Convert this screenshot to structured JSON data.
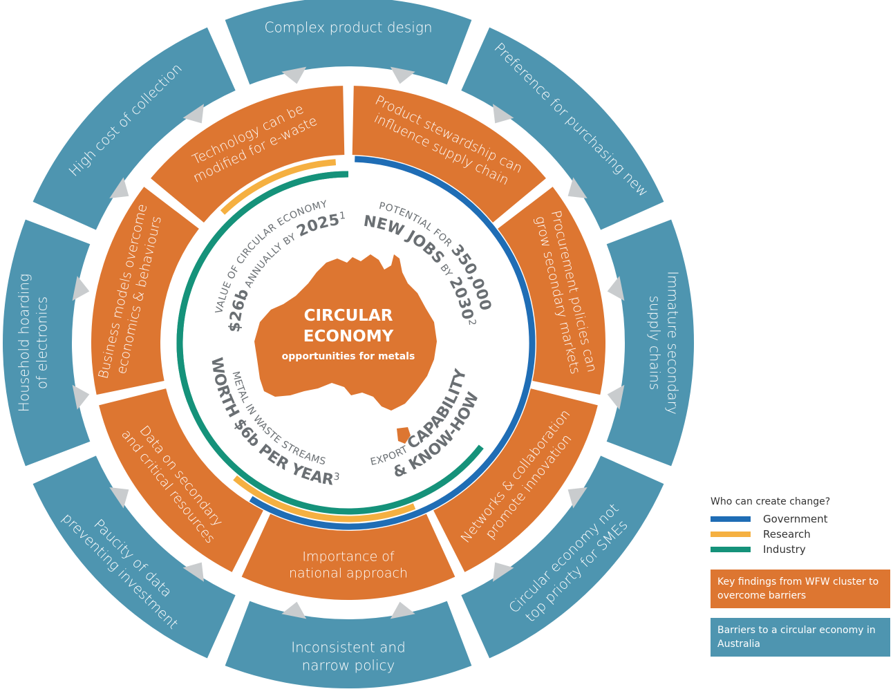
{
  "barriers": [
    "Complex product design",
    "Preference for purchasing new",
    "Immature secondary|supply chains",
    "Circular economy not|top priorty for SMEs",
    "Inconsistent and|narrow policy",
    "Paucity of data|preventing investment",
    "Household hoarding|of electronics",
    "High cost of collection"
  ],
  "findings": [
    "Product stewardship can|influence supply chain",
    "Procurement policies can|grow secondary markets",
    "Networks & collaboration|promote innovation",
    "Importance of|national approach",
    "Data on secondary|and critical resources",
    "Business models overcome|economics & behaviours",
    "Technology can be|modified for e-waste"
  ],
  "center": {
    "title_line1": "CIRCULAR",
    "title_line2": "ECONOMY",
    "subtitle": "opportunities for metals",
    "q1_small": "VALUE OF CIRCULAR ECONOMY",
    "q1_big": "$26b",
    "q1_mid": " ANNUALLY BY ",
    "q1_year": "2025",
    "q1_sup": "1",
    "q2_small": "POTENTIAL FOR ",
    "q2_big": "350,000",
    "q2_line2": "NEW JOBS",
    "q2_by": " BY ",
    "q2_year": "2030",
    "q2_sup": "2",
    "q3_small": "EXPORT ",
    "q3_big": "CAPABILITY",
    "q3_line2": "& KNOW-HOW",
    "q4_small": "METAL IN WASTE STREAMS",
    "q4_big": "WORTH $6b PER YEAR",
    "q4_sup": "3"
  },
  "legend": {
    "question": "Who can create change?",
    "items": [
      {
        "label": "Government",
        "color": "#1f6db5"
      },
      {
        "label": "Research",
        "color": "#f5b041"
      },
      {
        "label": "Industry",
        "color": "#15927a"
      }
    ],
    "findings_box": "Key findings from WFW cluster to overcome barriers",
    "barriers_box": "Barriers to a circular economy in Australia"
  },
  "colors": {
    "barrier": "#4e95b0",
    "finding": "#dd7631",
    "government": "#1f6db5",
    "research": "#f5b041",
    "industry": "#15927a"
  }
}
